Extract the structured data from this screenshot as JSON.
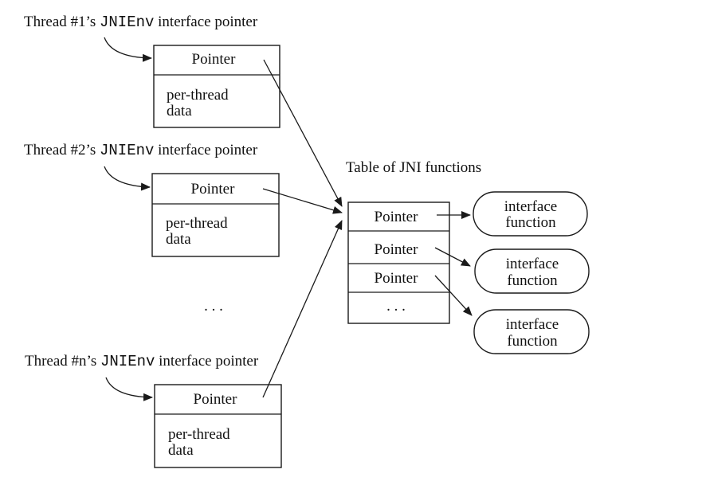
{
  "threads": [
    {
      "caption_prefix": "Thread #1’s ",
      "caption_code": "JNIEnv",
      "caption_suffix": " interface pointer",
      "pointer_label": "Pointer",
      "data_line1": "per-thread",
      "data_line2": "data"
    },
    {
      "caption_prefix": "Thread #2’s ",
      "caption_code": "JNIEnv",
      "caption_suffix": " interface pointer",
      "pointer_label": "Pointer",
      "data_line1": "per-thread",
      "data_line2": "data"
    },
    {
      "caption_prefix": "Thread #n’s ",
      "caption_code": "JNIEnv",
      "caption_suffix": " interface pointer",
      "pointer_label": "Pointer",
      "data_line1": "per-thread",
      "data_line2": "data"
    }
  ],
  "threads_ellipsis": ". . .",
  "table": {
    "title": "Table of JNI functions",
    "rows": [
      "Pointer",
      "Pointer",
      "Pointer"
    ],
    "ellipsis": ". . ."
  },
  "functions": [
    {
      "line1": "interface",
      "line2": "function"
    },
    {
      "line1": "interface",
      "line2": "function"
    },
    {
      "line1": "interface",
      "line2": "function"
    }
  ]
}
